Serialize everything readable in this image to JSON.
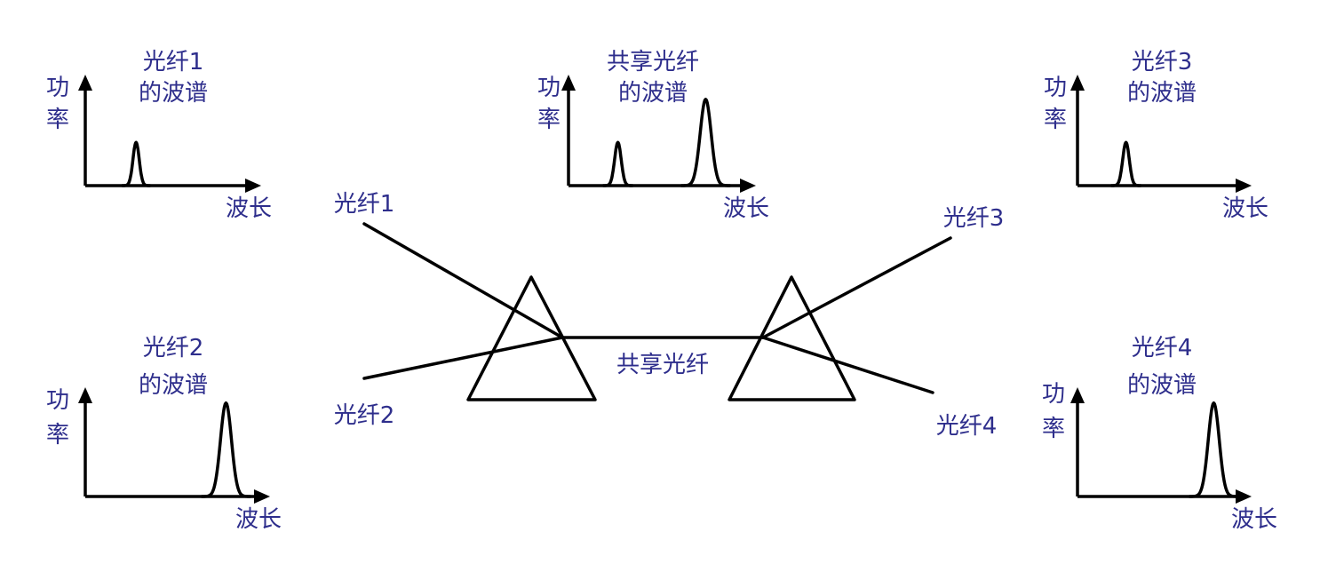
{
  "colors": {
    "label": "#2e2e8c",
    "line": "#000000",
    "background": "#ffffff"
  },
  "spectra": [
    {
      "id": "fiber1",
      "title_line1": "光纤1",
      "title_line2": "的波谱",
      "y_axis": [
        "功",
        "率"
      ],
      "x_axis": "波长",
      "peaks": [
        {
          "center": 0.24,
          "width": 0.09,
          "height": 0.45
        }
      ]
    },
    {
      "id": "shared",
      "title_line1": "共享光纤",
      "title_line2": "的波谱",
      "y_axis": [
        "功",
        "率"
      ],
      "x_axis": "波长",
      "peaks": [
        {
          "center": 0.24,
          "width": 0.09,
          "height": 0.45
        },
        {
          "center": 0.76,
          "width": 0.15,
          "height": 0.9
        }
      ]
    },
    {
      "id": "fiber3",
      "title_line1": "光纤3",
      "title_line2": "的波谱",
      "y_axis": [
        "功",
        "率"
      ],
      "x_axis": "波长",
      "peaks": [
        {
          "center": 0.24,
          "width": 0.09,
          "height": 0.45
        }
      ]
    },
    {
      "id": "fiber2",
      "title_line1": "光纤2",
      "title_line2": "的波谱",
      "y_axis": [
        "功",
        "率"
      ],
      "x_axis": "波长",
      "peaks": [
        {
          "center": 0.76,
          "width": 0.15,
          "height": 0.9
        }
      ]
    },
    {
      "id": "fiber4",
      "title_line1": "光纤4",
      "title_line2": "的波谱",
      "y_axis": [
        "功",
        "率"
      ],
      "x_axis": "波长",
      "peaks": [
        {
          "center": 0.76,
          "width": 0.15,
          "height": 0.9
        }
      ]
    }
  ],
  "network": {
    "fiber1_label": "光纤1",
    "fiber2_label": "光纤2",
    "fiber3_label": "光纤3",
    "fiber4_label": "光纤4",
    "shared_label": "共享光纤"
  }
}
